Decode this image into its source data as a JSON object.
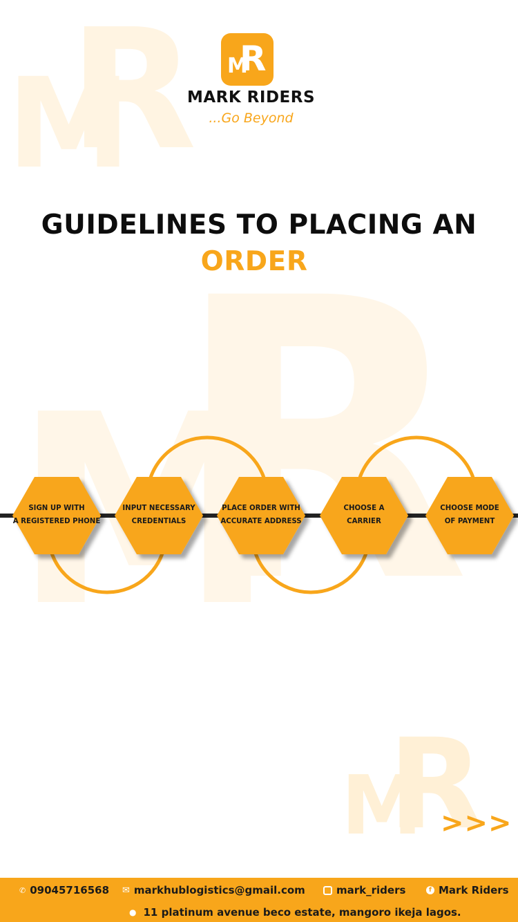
{
  "brand": {
    "logo_text": "MR",
    "name": "MARK RIDERS",
    "tagline": "...Go Beyond"
  },
  "title": {
    "line1": "GUIDELINES TO PLACING AN",
    "line2": "ORDER"
  },
  "steps": [
    {
      "line1": "SIGN UP WITH",
      "line2": "A REGISTERED PHONE"
    },
    {
      "line1": "INPUT NECESSARY",
      "line2": "CREDENTIALS"
    },
    {
      "line1": "PLACE ORDER WITH",
      "line2": "ACCURATE ADDRESS"
    },
    {
      "line1": "CHOOSE A",
      "line2": "CARRIER"
    },
    {
      "line1": "CHOOSE MODE",
      "line2": "OF PAYMENT"
    }
  ],
  "next_arrows": ">>>",
  "footer": {
    "phone": "09045716568",
    "email": "markhublogistics@gmail.com",
    "instagram": "mark_riders",
    "facebook": "Mark Riders",
    "address": "11 platinum avenue beco estate, mangoro ikeja lagos."
  },
  "colors": {
    "accent": "#f8a61b",
    "watermark": "#fff4e2",
    "text": "#111111",
    "line": "#222222"
  },
  "icons": [
    "phone-icon",
    "mail-icon",
    "instagram-icon",
    "facebook-icon",
    "location-pin-icon"
  ]
}
